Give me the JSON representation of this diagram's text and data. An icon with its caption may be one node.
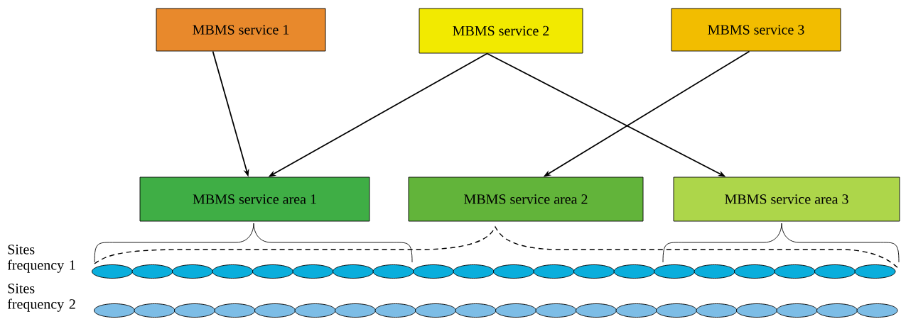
{
  "diagram": {
    "nodes": [
      {
        "text": [
          "MBMS service 1"
        ]
      },
      {
        "text": [
          "MBMS service 2"
        ]
      },
      {
        "text": [
          "MBMS service 3"
        ]
      },
      {
        "text": [
          "MBMS service area 1"
        ]
      },
      {
        "text": [
          "MBMS service area 2"
        ]
      },
      {
        "text": [
          "MBMS service area 3"
        ]
      }
    ],
    "edges": [
      {
        "from": 0,
        "to": 3,
        "arrow": "to"
      },
      {
        "from": 1,
        "to": 3,
        "arrow": "to"
      },
      {
        "from": 1,
        "to": 5,
        "arrow": "to"
      },
      {
        "from": 2,
        "to": 4,
        "arrow": "to"
      }
    ],
    "labels": [
      "Sites frequency 1",
      "Sites frequency 2"
    ]
  }
}
